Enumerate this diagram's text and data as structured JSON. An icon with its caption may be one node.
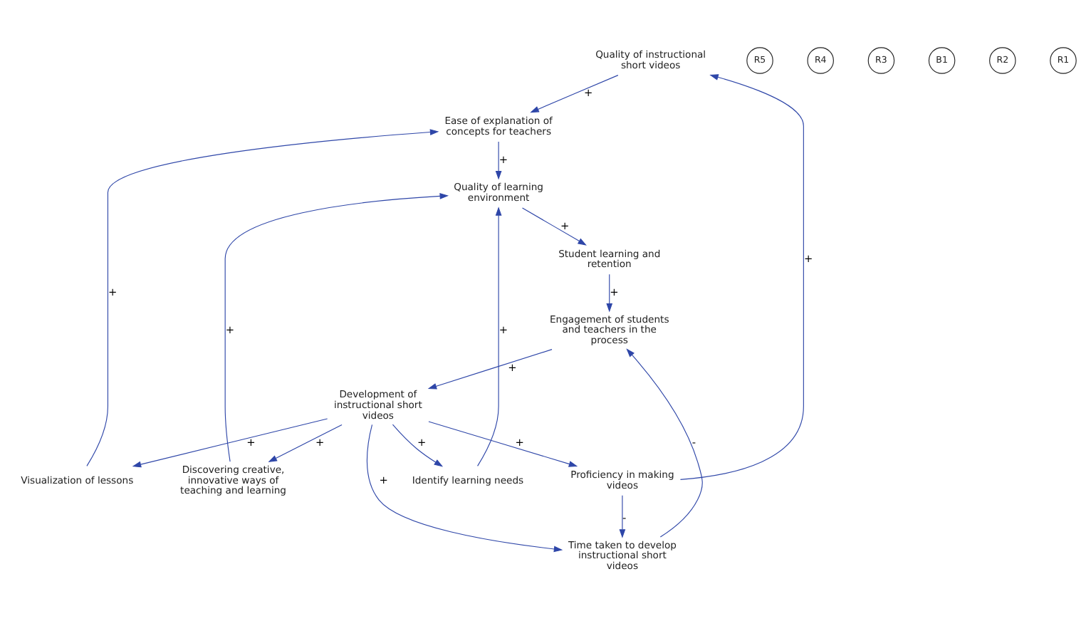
{
  "diagram": {
    "nodes": [
      {
        "text": [
          "Quality of instructional short videos"
        ]
      },
      {
        "text": [
          "Ease of explanation of concepts for teachers"
        ]
      },
      {
        "text": [
          "Visualization of lessons"
        ]
      },
      {
        "text": [
          "Proficiency in making videos"
        ]
      },
      {
        "text": [
          "Discovering creative, innovative ways of teaching and learning"
        ]
      },
      {
        "text": [
          "Development of instructional short videos"
        ]
      },
      {
        "text": [
          "Time taken to develop instructional short videos"
        ]
      },
      {
        "text": [
          "Identify learning needs"
        ]
      },
      {
        "text": [
          "Engagement of students and teachers in the process"
        ]
      },
      {
        "text": [
          "Quality of learning environment"
        ]
      },
      {
        "text": [
          "Student learning and retention"
        ]
      }
    ],
    "edges": [
      {
        "from": 0,
        "to": 1,
        "arrow": "to",
        "label": "+"
      },
      {
        "from": 2,
        "to": 1,
        "arrow": "to",
        "label": "+"
      },
      {
        "from": 3,
        "to": 0,
        "arrow": "to",
        "label": "+"
      },
      {
        "from": 5,
        "to": 2,
        "arrow": "to",
        "label": "+"
      },
      {
        "from": 5,
        "to": 3,
        "arrow": "to",
        "label": "+"
      },
      {
        "from": 5,
        "to": 4,
        "arrow": "to",
        "label": "+"
      },
      {
        "from": 5,
        "to": 6,
        "arrow": "to",
        "label": "+"
      },
      {
        "from": 3,
        "to": 6,
        "arrow": "to",
        "label": "-"
      },
      {
        "from": 5,
        "to": 7,
        "arrow": "to",
        "label": "+"
      },
      {
        "from": 6,
        "to": 8,
        "arrow": "to",
        "label": "-"
      },
      {
        "from": 8,
        "to": 5,
        "arrow": "to",
        "label": "+"
      },
      {
        "from": 1,
        "to": 9,
        "arrow": "to",
        "label": "+"
      },
      {
        "from": 4,
        "to": 9,
        "arrow": "to",
        "label": "+"
      },
      {
        "from": 7,
        "to": 9,
        "arrow": "to",
        "label": "+"
      },
      {
        "from": 9,
        "to": 10,
        "arrow": "to",
        "label": "+"
      },
      {
        "from": 10,
        "to": 8,
        "arrow": "to",
        "label": "+"
      }
    ],
    "labels": [
      "R5",
      "R4",
      "R3",
      "B1",
      "R2",
      "R1"
    ]
  }
}
